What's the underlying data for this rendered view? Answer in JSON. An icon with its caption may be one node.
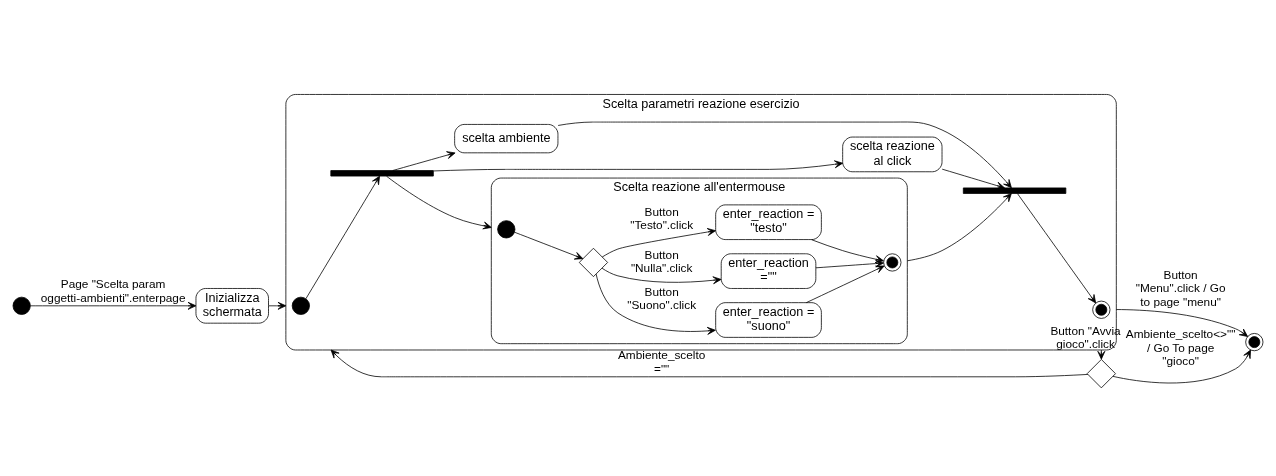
{
  "diagram": {
    "nodes": [
      {
        "text": [],
        "shape": "circle"
      },
      {
        "text": [
          "Inizializza schermata"
        ]
      },
      {
        "text": [
          "Scelta parametri reazione esercizio"
        ]
      },
      {
        "text": [],
        "shape": "circle",
        "in": 2
      },
      {
        "text": [],
        "shape": "bar",
        "in": 2
      },
      {
        "text": [
          "Scelta reazione all'entermouse"
        ],
        "in": 2
      },
      {
        "text": [],
        "shape": "circle",
        "in": 5
      },
      {
        "text": [],
        "shape": "diamond",
        "in": 5
      },
      {
        "text": [
          "enter_reaction = \"suono\""
        ],
        "in": 5
      },
      {
        "text": [
          "enter_reaction =\"\""
        ],
        "in": 5
      },
      {
        "text": [
          "enter_reaction = \"testo\""
        ],
        "in": 5
      },
      {
        "text": [],
        "shape": "bullseye",
        "in": 5
      },
      {
        "text": [
          "scelta reazione al click"
        ],
        "in": 2
      },
      {
        "text": [
          "scelta ambiente"
        ],
        "in": 2
      },
      {
        "text": [],
        "shape": "bar",
        "in": 2
      },
      {
        "text": [],
        "shape": "bullseye",
        "in": 2
      },
      {
        "text": [],
        "shape": "diamond"
      },
      {
        "text": [],
        "shape": "bullseye"
      }
    ],
    "edges": [
      {
        "from": 0,
        "to": 1,
        "arrow": "to",
        "label": "Page \"Scelta param oggetti-ambienti\".enterpage"
      },
      {
        "from": 1,
        "to": 2,
        "arrow": "to"
      },
      {
        "from": 3,
        "to": 4,
        "arrow": "to"
      },
      {
        "from": 4,
        "to": 5,
        "arrow": "to"
      },
      {
        "from": 4,
        "to": 12,
        "arrow": "to"
      },
      {
        "from": 4,
        "to": 13,
        "arrow": "to"
      },
      {
        "from": 6,
        "to": 7,
        "arrow": "to"
      },
      {
        "from": 7,
        "to": 8,
        "arrow": "to",
        "label": "Button \"Suono\".click"
      },
      {
        "from": 7,
        "to": 9,
        "arrow": "to",
        "label": "Button \"Nulla\".click"
      },
      {
        "from": 7,
        "to": 10,
        "arrow": "to",
        "label": "Button \"Testo\".click"
      },
      {
        "from": 8,
        "to": 11,
        "arrow": "to"
      },
      {
        "from": 9,
        "to": 11,
        "arrow": "to"
      },
      {
        "from": 10,
        "to": 11,
        "arrow": "to"
      },
      {
        "from": 5,
        "to": 14,
        "arrow": "to"
      },
      {
        "from": 12,
        "to": 14,
        "arrow": "to"
      },
      {
        "from": 13,
        "to": 14,
        "arrow": "to"
      },
      {
        "from": 14,
        "to": 15,
        "arrow": "to"
      },
      {
        "from": 2,
        "to": 16,
        "arrow": "to",
        "label": "Button \"Avvia gioco\".click"
      },
      {
        "from": 16,
        "to": 2,
        "arrow": "to",
        "label": "Ambiente_scelto =\"\""
      },
      {
        "from": 16,
        "to": 17,
        "arrow": "to",
        "label": "Ambiente_scelto<>\"\" / Go To page \"gioco\""
      },
      {
        "from": 2,
        "to": 17,
        "arrow": "to",
        "label": "Button \"Menu\".click / Go to page \"menu\""
      }
    ]
  }
}
